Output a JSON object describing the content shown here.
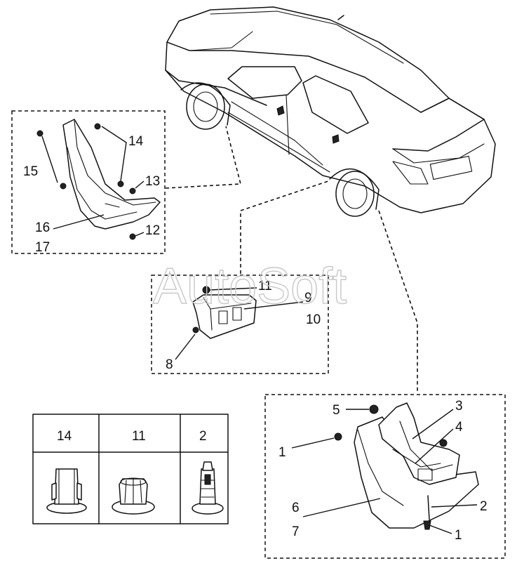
{
  "watermark": "AutoSoft",
  "callouts": {
    "c1a": "1",
    "c1b": "1",
    "c2": "2",
    "c3": "3",
    "c4": "4",
    "c5": "5",
    "c6": "6",
    "c7": "7",
    "c8": "8",
    "c9": "9",
    "c10": "10",
    "c11": "11",
    "c12": "12",
    "c13": "13",
    "c14": "14",
    "c15": "15",
    "c16": "16",
    "c17": "17"
  },
  "legend_table": {
    "headers": [
      "14",
      "11",
      "2"
    ],
    "icons": [
      "push-clip-icon",
      "round-clip-icon",
      "screw-clip-icon"
    ]
  }
}
